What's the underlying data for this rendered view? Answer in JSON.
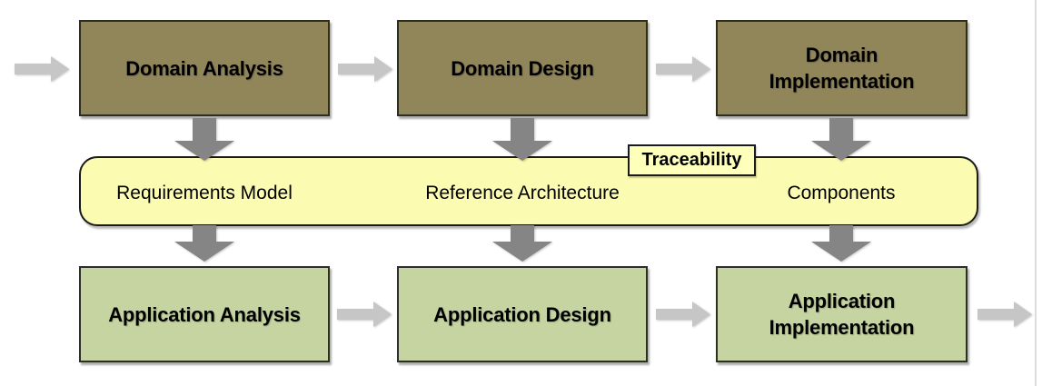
{
  "diagram": {
    "top_row": [
      {
        "label": "Domain Analysis"
      },
      {
        "label": "Domain Design"
      },
      {
        "label": "Domain\nImplementation"
      }
    ],
    "band": {
      "items": [
        "Requirements Model",
        "Reference Architecture",
        "Components"
      ],
      "tag_label": "Traceability"
    },
    "bottom_row": [
      {
        "label": "Application Analysis"
      },
      {
        "label": "Application Design"
      },
      {
        "label": "Application\nImplementation"
      }
    ],
    "icons": {
      "horizontal_flow": "arrow-right-icon",
      "vertical_flow": "arrow-down-icon"
    },
    "colors": {
      "background": "#FFFFFF",
      "domain_box_fill": "#91855A",
      "domain_box_border": "#2E2B1F",
      "application_box_fill": "#C5D4A0",
      "application_box_border": "#2E2E28",
      "band_fill": "#FBFBB2",
      "band_border": "#1A1A1A",
      "tag_fill": "#FFFFBC",
      "horizontal_arrow": "#C6C6C6",
      "vertical_arrow": "#858585",
      "page_edge_line": "#DCDCDC",
      "label_text": "#000000"
    }
  }
}
